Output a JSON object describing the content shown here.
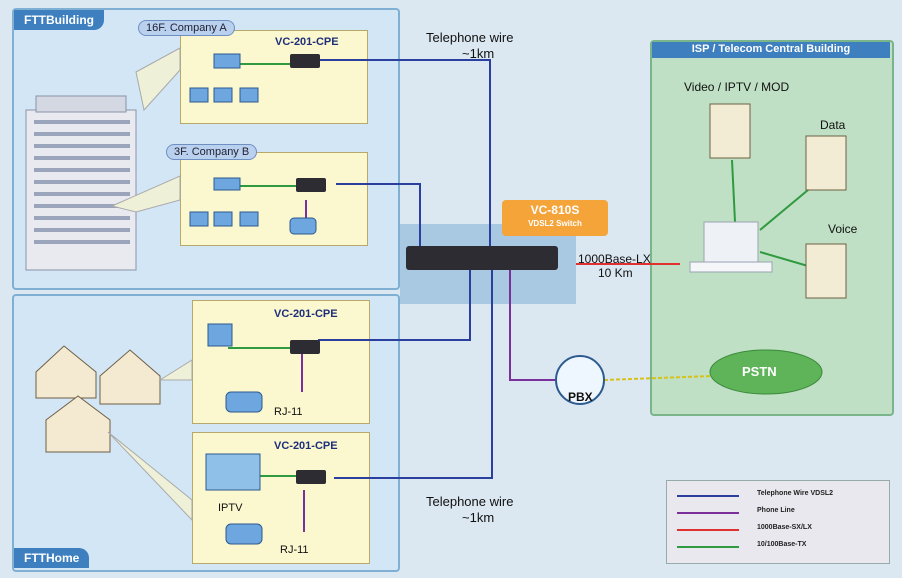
{
  "panels": {
    "building": {
      "label": "FTTBuilding"
    },
    "home": {
      "label": "FTTHome"
    },
    "isp": {
      "label": "ISP / Telecom Central Building"
    }
  },
  "floors": {
    "f16": {
      "label": "16F. Company A",
      "device": "VC-201-CPE"
    },
    "f3": {
      "label": "3F. Company B"
    }
  },
  "home_boxes": {
    "top": {
      "device": "VC-201-CPE",
      "rj11": "RJ-11"
    },
    "bottom": {
      "device": "VC-201-CPE",
      "rj11": "RJ-11",
      "iptv": "IPTV"
    }
  },
  "switch": {
    "name": "VC-810S",
    "subtitle": "VDSL2 Switch",
    "fiber_label": "1000Base-LX",
    "fiber_distance": "10 Km"
  },
  "telephone_wire": {
    "top": "Telephone wire",
    "top_dist": "~1km",
    "bottom": "Telephone wire",
    "bottom_dist": "~1km"
  },
  "isp_services": {
    "video": "Video / IPTV / MOD",
    "data": "Data",
    "voice": "Voice"
  },
  "pbx": "PBX",
  "pstn": "PSTN",
  "legend": [
    {
      "label": "Telephone Wire VDSL2",
      "color": "#2a3f9e"
    },
    {
      "label": "Phone Line",
      "color": "#7a2f9a"
    },
    {
      "label": "1000Base-SX/LX",
      "color": "#e03030"
    },
    {
      "label": "10/100Base-TX",
      "color": "#2f9a3f"
    }
  ]
}
